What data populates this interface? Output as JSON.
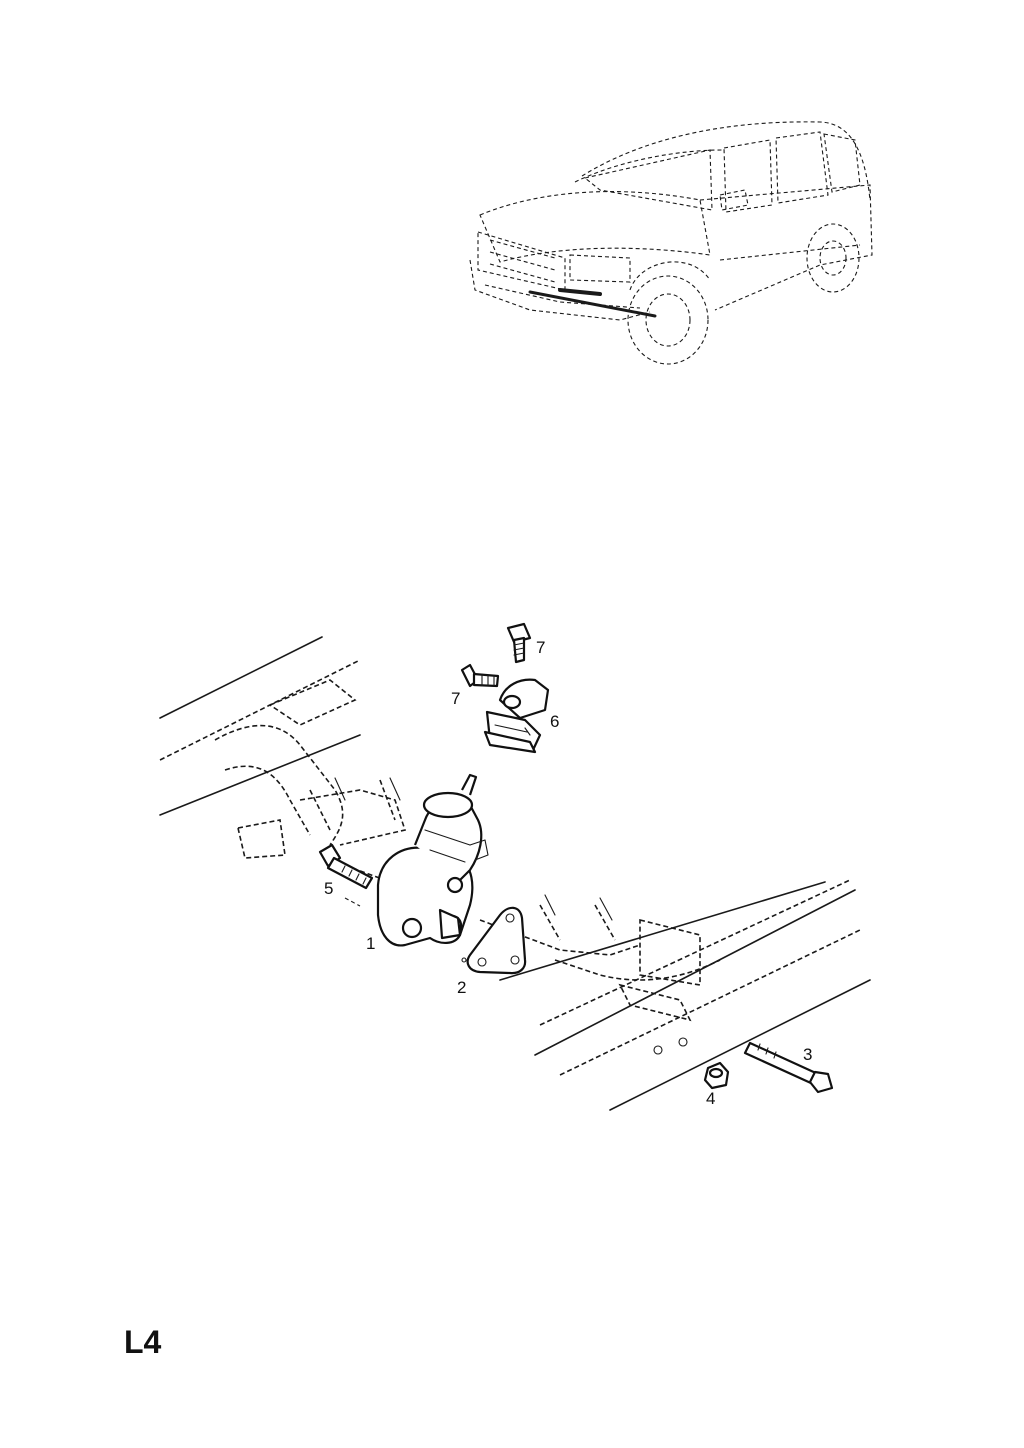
{
  "page_code": "L4",
  "callouts": {
    "part_1": "1",
    "part_2": "2",
    "part_3": "3",
    "part_4": "4",
    "part_5": "5",
    "part_6": "6",
    "part_7_upper": "7",
    "part_7_lower": "7"
  },
  "icons": {
    "vehicle": "suv-locator-icon",
    "mount": "engine-mount-icon"
  }
}
